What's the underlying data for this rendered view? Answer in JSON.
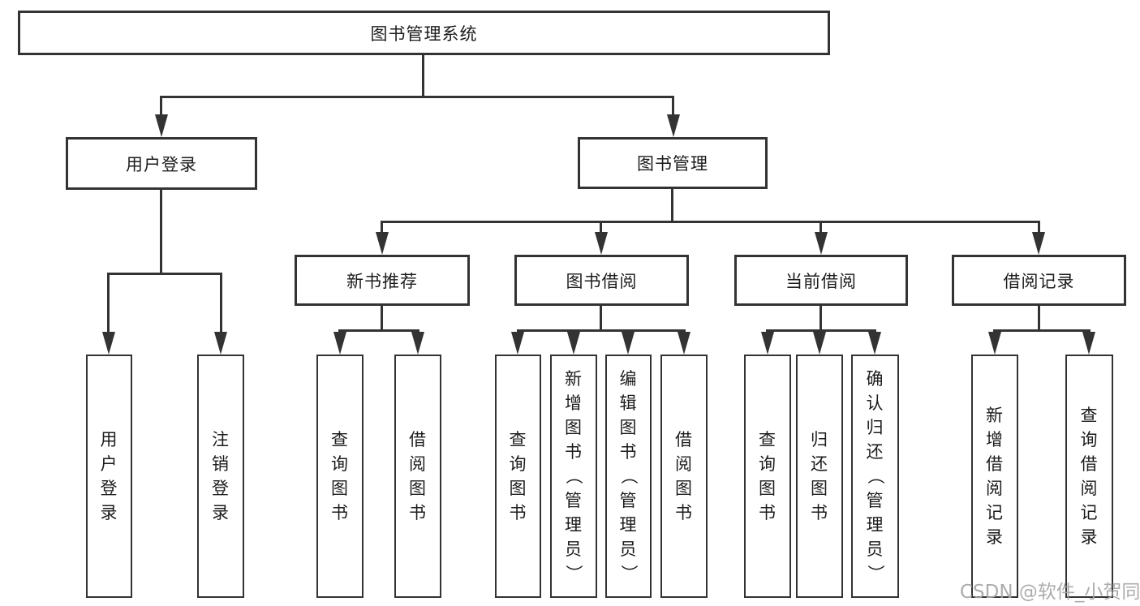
{
  "tree": {
    "root_label": "图书管理系统",
    "branches": [
      {
        "label": "用户登录",
        "children": [
          "用户登录",
          "注销登录"
        ]
      },
      {
        "label": "图书管理",
        "groups": [
          {
            "label": "新书推荐",
            "children": [
              "查询图书",
              "借阅图书"
            ]
          },
          {
            "label": "图书借阅",
            "children": [
              "查询图书",
              "新增图书（管理员）",
              "编辑图书（管理员）",
              "借阅图书"
            ]
          },
          {
            "label": "当前借阅",
            "children": [
              "查询图书",
              "归还图书",
              "确认归还（管理员）"
            ]
          },
          {
            "label": "借阅记录",
            "children": [
              "新增借阅记录",
              "查询借阅记录"
            ]
          }
        ]
      }
    ]
  },
  "watermark": "CSDN @软件_小贺同学",
  "colors": {
    "line": "#333333",
    "text": "#1c1c1c",
    "background": "#ffffff",
    "watermark": "#a5a5a5"
  }
}
